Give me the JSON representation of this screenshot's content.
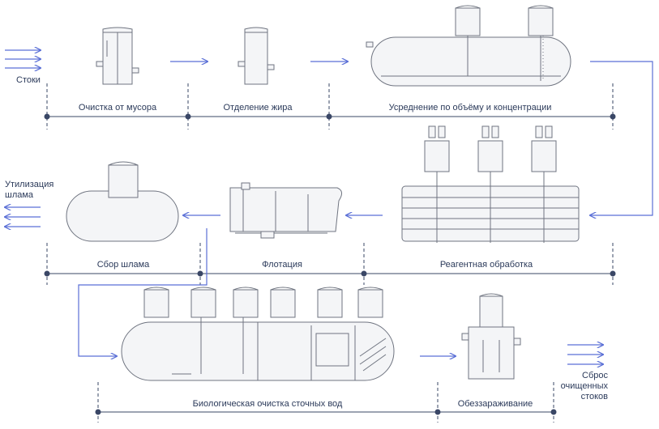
{
  "colors": {
    "accent": "#5a6fd6",
    "timeline": "#3a4766",
    "equipment": "#6f7480",
    "fill": "#f4f5f7"
  },
  "labels": {
    "inflow": "Стоки",
    "sludge_out": "Утилизация шлама",
    "clean_out": "Сброс очищенных стоков"
  },
  "stages": {
    "debris": "Очистка от мусора",
    "fat": "Отделение жира",
    "equalization": "Усреднение по объёму и концентрации",
    "sludge": "Сбор шлама",
    "flotation": "Флотация",
    "reagent": "Реагентная обработка",
    "biological": "Биологическая очистка сточных вод",
    "disinfection": "Обеззараживание"
  }
}
